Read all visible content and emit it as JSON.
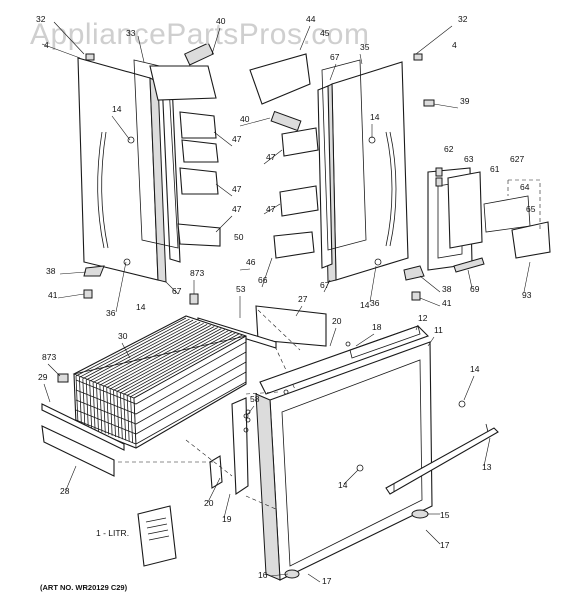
{
  "watermark": "AppliancePartsPros.com",
  "art_number": "(ART NO. WR20129 C29)",
  "manual_label": "1 - LITR.",
  "callouts": [
    "32",
    "33",
    "4",
    "40",
    "44",
    "45",
    "67",
    "35",
    "32",
    "4",
    "14",
    "47",
    "47",
    "47",
    "50",
    "40",
    "47",
    "47",
    "39",
    "14",
    "62",
    "63",
    "61",
    "627",
    "64",
    "65",
    "38",
    "41",
    "873",
    "36",
    "14",
    "67",
    "46",
    "66",
    "67",
    "36",
    "14",
    "38",
    "41",
    "69",
    "93",
    "53",
    "27",
    "20",
    "18",
    "12",
    "11",
    "30",
    "873",
    "29",
    "14",
    "58",
    "28",
    "20",
    "19",
    "13",
    "14",
    "15",
    "17",
    "16",
    "17"
  ]
}
